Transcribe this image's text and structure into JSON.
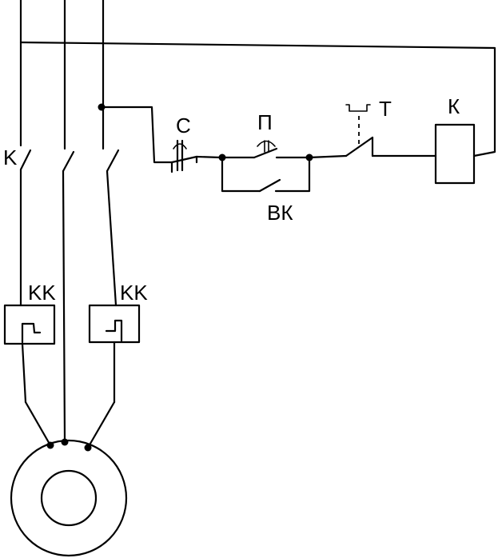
{
  "labels": {
    "contactor_main": "K",
    "thermal_relay_left": "KK",
    "thermal_relay_right": "KK",
    "stop_button": "С",
    "start_button": "П",
    "aux_contact": "ВК",
    "time_relay_contact": "Т",
    "contactor_coil": "К"
  }
}
